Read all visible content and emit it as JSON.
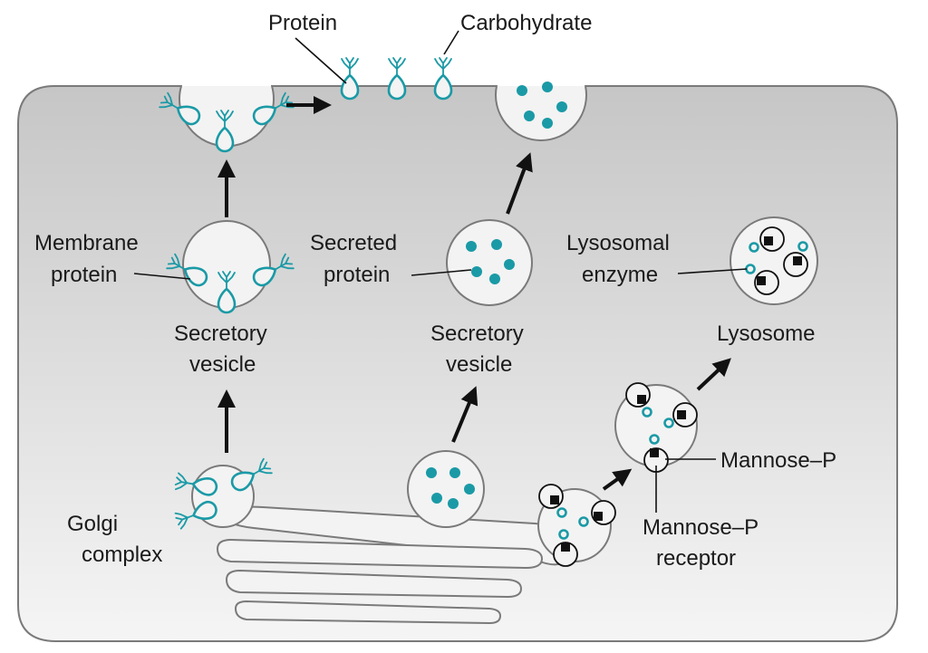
{
  "labels": {
    "protein": "Protein",
    "carbohydrate": "Carbohydrate",
    "membrane_protein_1": "Membrane",
    "membrane_protein_2": "protein",
    "secreted_protein_1": "Secreted",
    "secreted_protein_2": "protein",
    "lysosomal_enzyme_1": "Lysosomal",
    "lysosomal_enzyme_2": "enzyme",
    "secretory_vesicle_left_1": "Secretory",
    "secretory_vesicle_left_2": "vesicle",
    "secretory_vesicle_mid_1": "Secretory",
    "secretory_vesicle_mid_2": "vesicle",
    "lysosome": "Lysosome",
    "golgi_1": "Golgi",
    "golgi_2": "complex",
    "mannose_p": "Mannose–P",
    "mannose_p_receptor_1": "Mannose–P",
    "mannose_p_receptor_2": "receptor"
  },
  "colors": {
    "teal": "#1a9aa6",
    "membrane": "#7a7a7a",
    "vesicle_fill": "#f3f3f3",
    "cytoplasm_top": "#c8c8c8",
    "cytoplasm_bottom": "#f4f4f4",
    "ink": "#111111"
  }
}
